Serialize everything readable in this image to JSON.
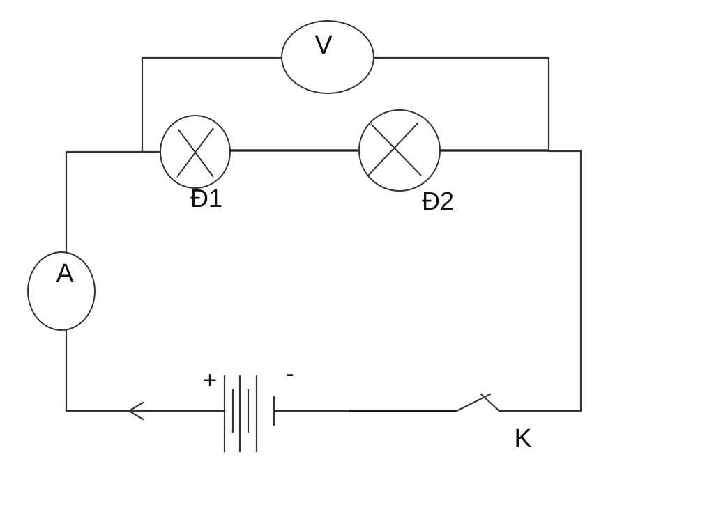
{
  "labels": {
    "voltmeter": "V",
    "ammeter": "A",
    "lamp1": "Đ1",
    "lamp2": "Đ2",
    "switch": "K",
    "battery_plus": "+",
    "battery_minus": "-"
  },
  "colors": {
    "line": "#333333",
    "background": "#ffffff"
  }
}
